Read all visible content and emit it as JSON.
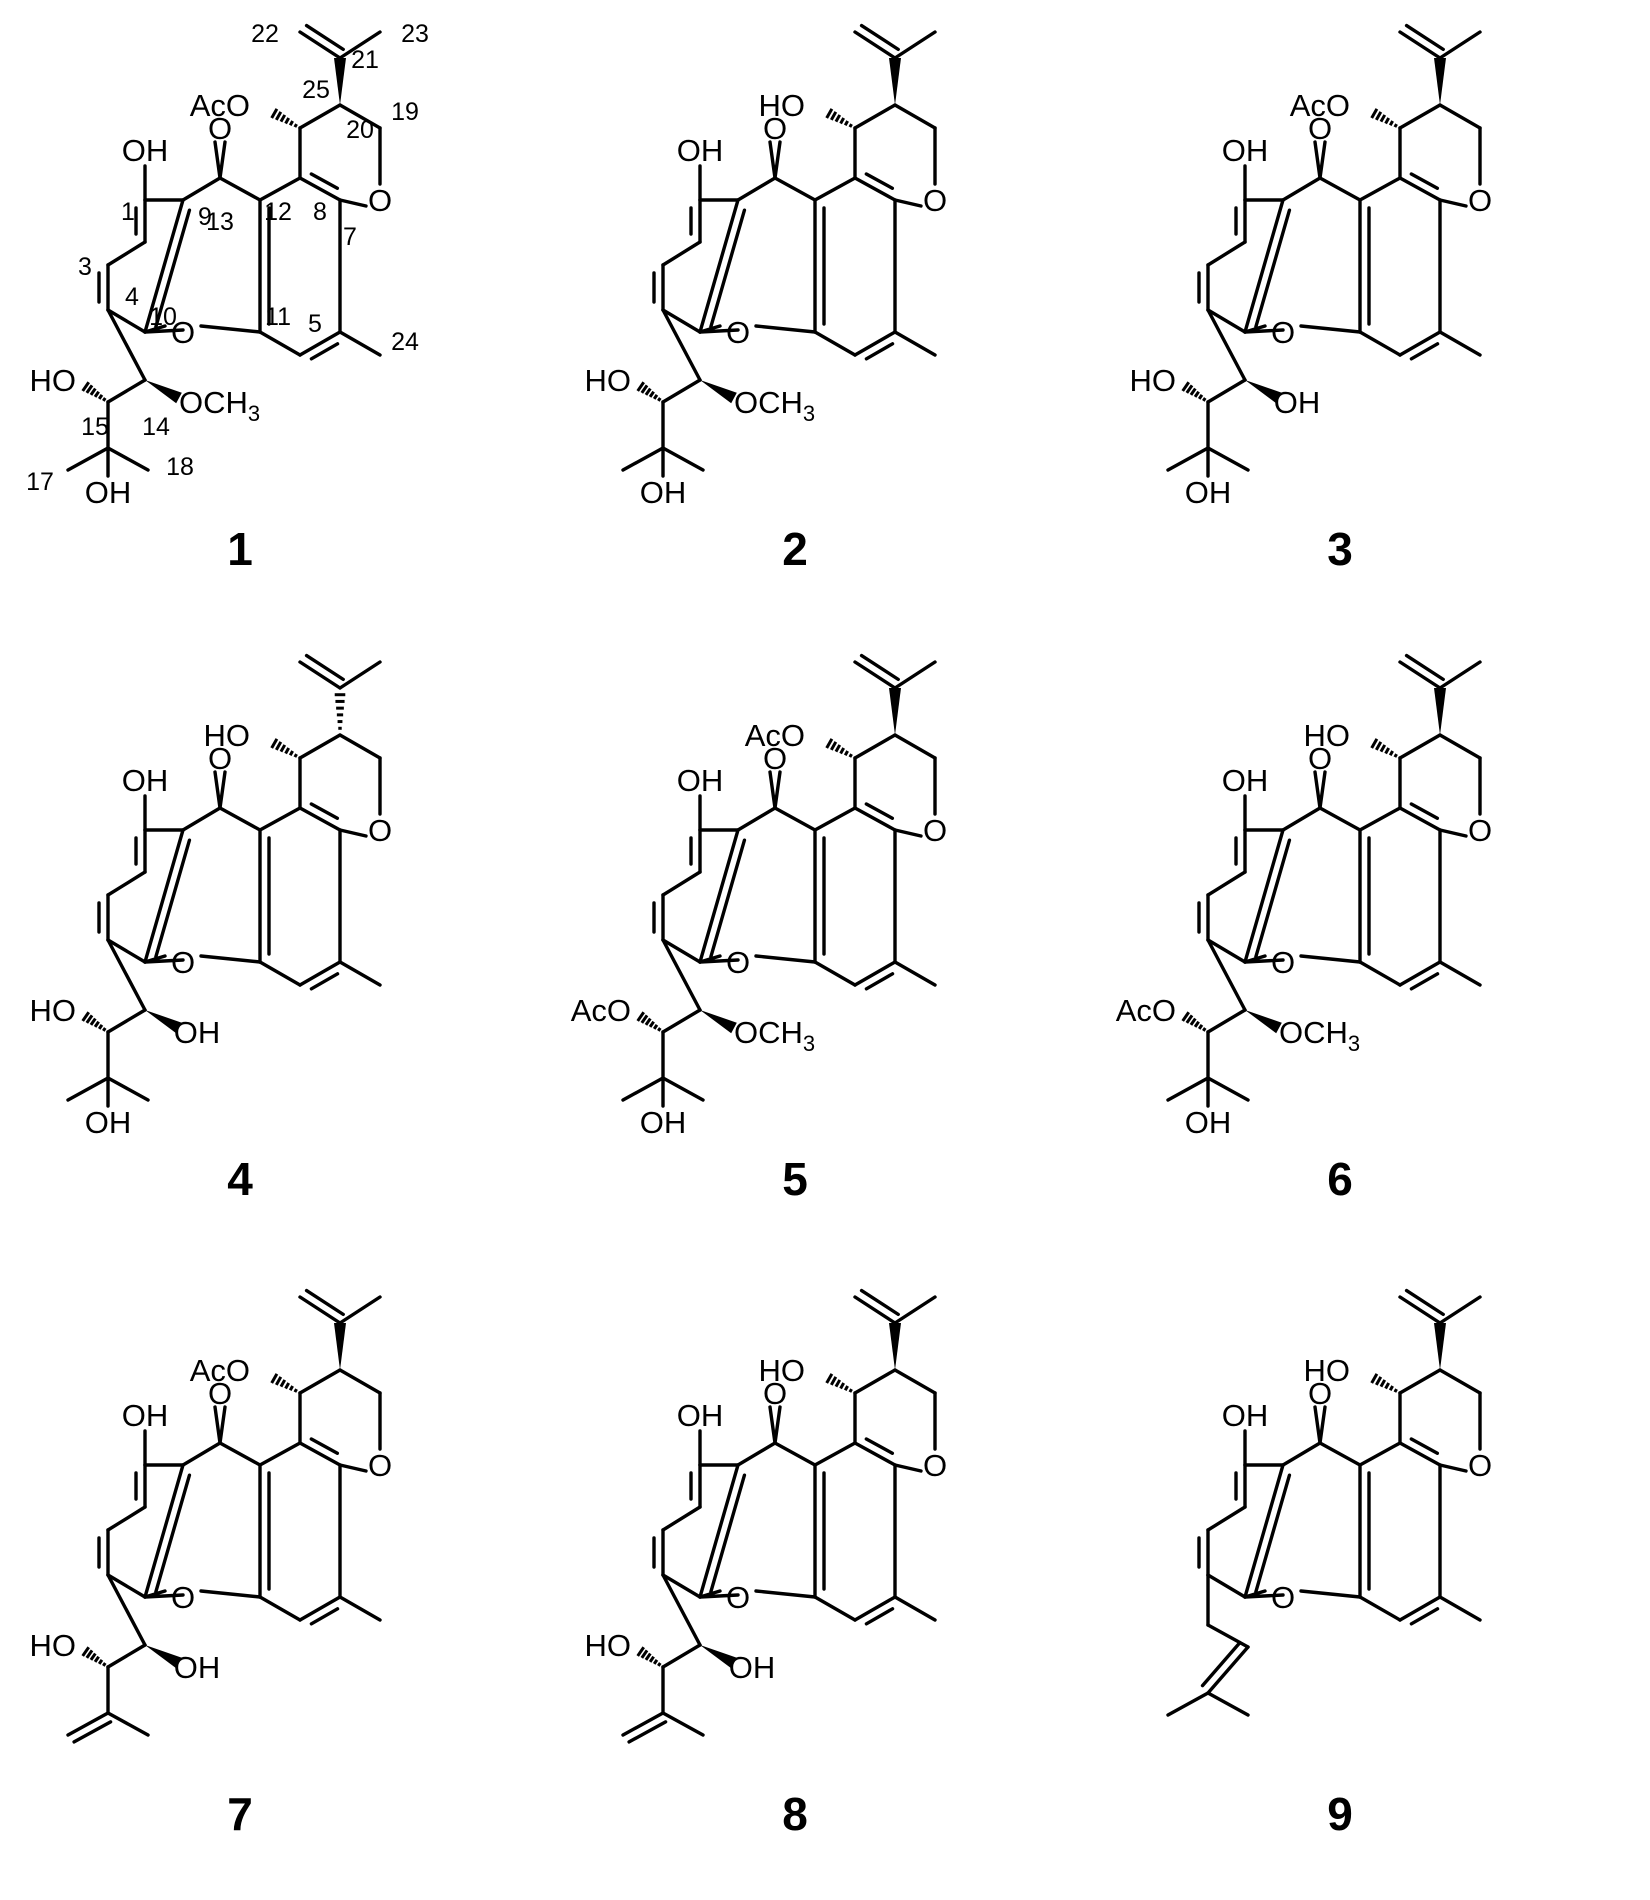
{
  "compounds": [
    {
      "id": "1",
      "ester": "AcO",
      "vinyl_stereo": "wedge",
      "chain": "diol_ome",
      "c15_group": "HO",
      "c14_group": "OCH3",
      "numbered": true
    },
    {
      "id": "2",
      "ester": "HO",
      "vinyl_stereo": "wedge",
      "chain": "diol_ome",
      "c15_group": "HO",
      "c14_group": "OCH3",
      "numbered": false
    },
    {
      "id": "3",
      "ester": "AcO",
      "vinyl_stereo": "wedge",
      "chain": "triol",
      "c15_group": "HO",
      "c14_group": "OH",
      "numbered": false
    },
    {
      "id": "4",
      "ester": "HO",
      "vinyl_stereo": "hash",
      "chain": "triol",
      "c15_group": "HO",
      "c14_group": "OH",
      "numbered": false
    },
    {
      "id": "5",
      "ester": "AcO",
      "vinyl_stereo": "wedge",
      "chain": "diol_ome",
      "c15_group": "AcO",
      "c14_group": "OCH3",
      "numbered": false
    },
    {
      "id": "6",
      "ester": "HO",
      "vinyl_stereo": "wedge",
      "chain": "diol_ome",
      "c15_group": "AcO",
      "c14_group": "OCH3",
      "numbered": false
    },
    {
      "id": "7",
      "ester": "AcO",
      "vinyl_stereo": "wedge",
      "chain": "diol_alkene",
      "c15_group": "HO",
      "c14_group": "OH",
      "numbered": false
    },
    {
      "id": "8",
      "ester": "HO",
      "vinyl_stereo": "wedge",
      "chain": "diol_alkene",
      "c15_group": "HO",
      "c14_group": "OH",
      "numbered": false
    },
    {
      "id": "9",
      "ester": "HO",
      "vinyl_stereo": "wedge",
      "chain": "prenyl",
      "c15_group": "",
      "c14_group": "",
      "numbered": false
    }
  ],
  "labels": {
    "OH": "OH",
    "O": "O",
    "HO": "HO",
    "AcO": "AcO",
    "OCH": "OCH",
    "sub3": "3"
  },
  "atom_numbers": [
    "1",
    "3",
    "4",
    "5",
    "7",
    "8",
    "9",
    "10",
    "11",
    "12",
    "13",
    "14",
    "15",
    "17",
    "18",
    "19",
    "20",
    "21",
    "22",
    "23",
    "24",
    "25"
  ]
}
